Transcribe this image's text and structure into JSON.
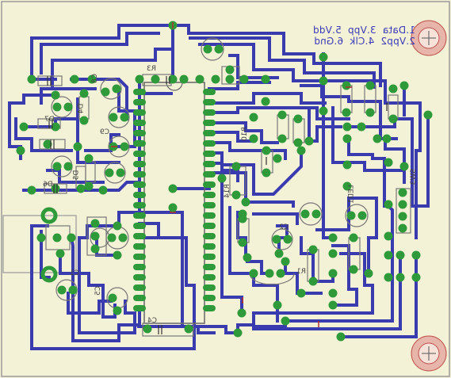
{
  "legend": {
    "line1": "1.Data  3.Vpp  5.Vdd",
    "line2": "2.Vpp2  4.Clk  6.Gnd"
  },
  "refs": {
    "r3": "R3",
    "c4": "C4",
    "c1": "C1",
    "d7": "D7",
    "d4": "D4",
    "d5": "D5",
    "d6": "D6",
    "c9": "C9",
    "c8": "C8",
    "r14": "R14",
    "r1": "R1",
    "r10": "R10",
    "sw3": "SW3",
    "led1": "LED1",
    "c2": "C2",
    "c5": "C5"
  },
  "colors": {
    "trace": "#3b3bb0",
    "pad": "#2f9a3a",
    "silk": "#777777",
    "board": "#f3f1d6",
    "mount": "#c0504d"
  }
}
